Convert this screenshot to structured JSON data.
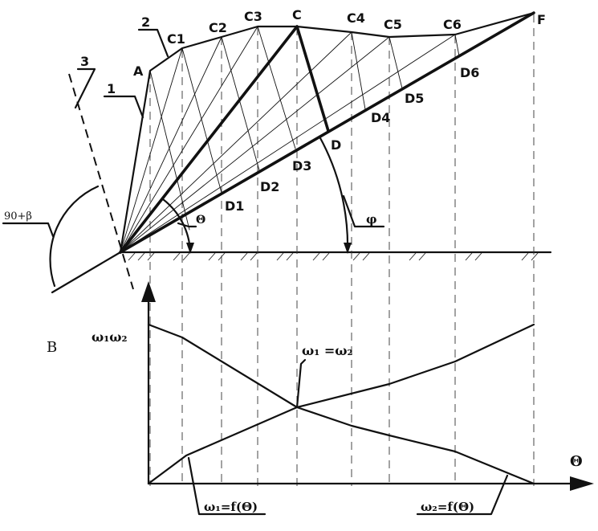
{
  "points": {
    "A": "A",
    "C1": "C1",
    "C2": "C2",
    "C3": "C3",
    "C": "C",
    "C4": "C4",
    "C5": "C5",
    "C6": "C6",
    "F": "F",
    "D": "D",
    "D1": "D1",
    "D2": "D2",
    "D3": "D3",
    "D4": "D4",
    "D5": "D5",
    "D6": "D6"
  },
  "leaders": {
    "one": "1",
    "two": "2",
    "three": "3",
    "angle_90_beta": "90+β",
    "phi": "φ",
    "theta": "Θ"
  },
  "lower": {
    "panel_label": "B",
    "y_axis_label": "ω₁ω₂",
    "x_axis_label": "Θ",
    "intersection_label": "ω₁ =ω₂",
    "curve1_label": "ω₁=f(Θ)",
    "curve2_label": "ω₂=f(Θ)"
  }
}
